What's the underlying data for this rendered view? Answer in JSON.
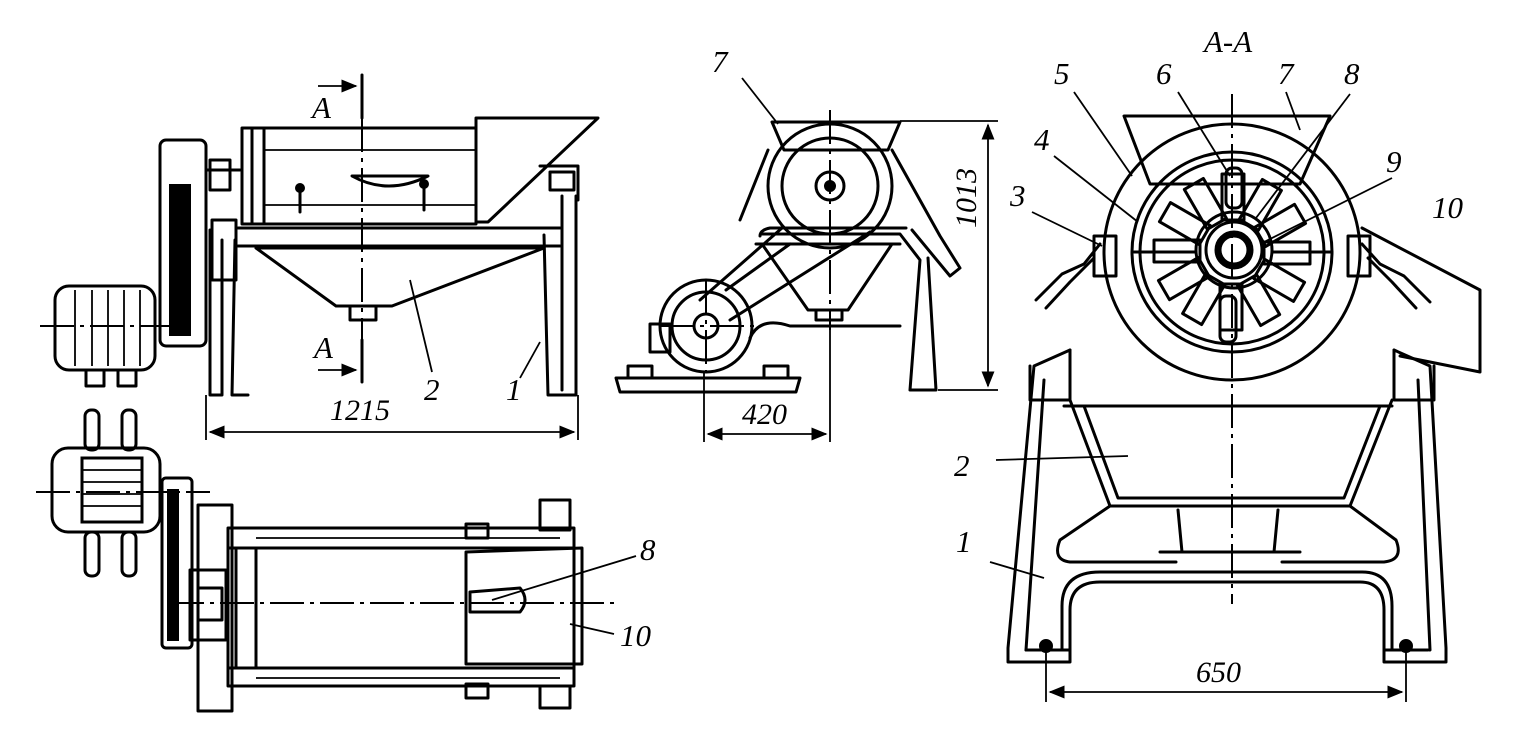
{
  "section_title": "A-A",
  "section_marker": "A",
  "dimensions": {
    "length": "1215",
    "height": "1013",
    "offset": "420",
    "width": "650"
  },
  "labels": {
    "n1": "1",
    "n2": "2",
    "n3": "3",
    "n4": "4",
    "n5": "5",
    "n6": "6",
    "n7": "7",
    "n8": "8",
    "n9": "9",
    "n10": "10"
  }
}
